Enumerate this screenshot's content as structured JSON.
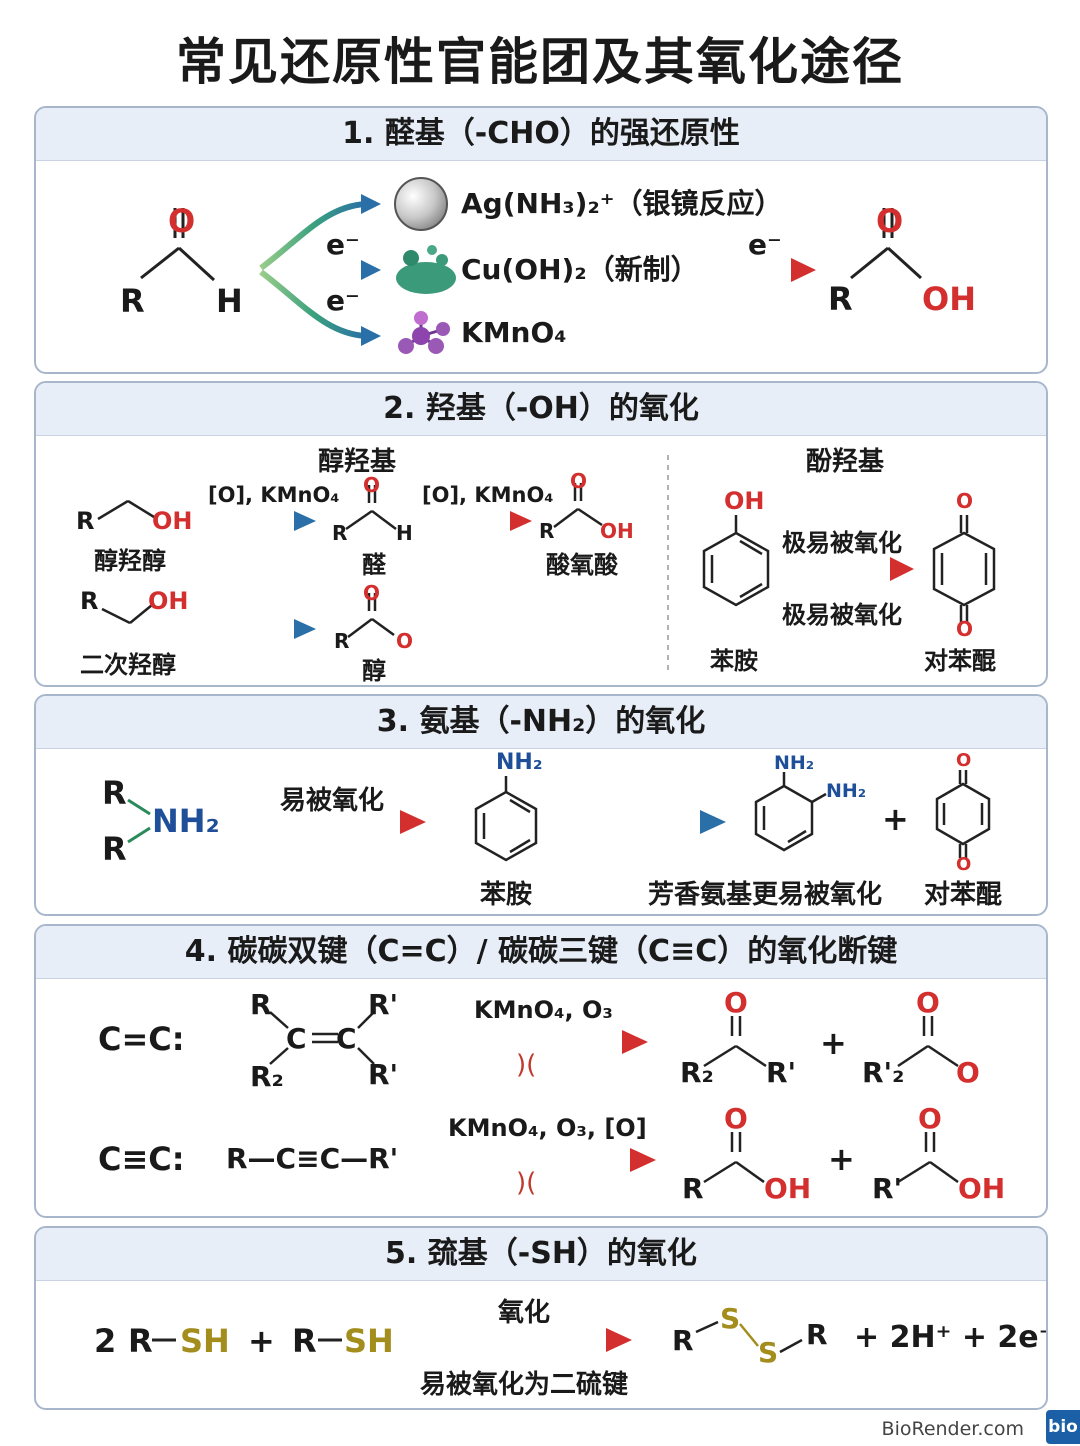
{
  "title": "常见还原性官能团及其氧化途径",
  "footer": {
    "brand": "BioRender.com",
    "logo": "bio"
  },
  "colors": {
    "panel_border": "#a8b6cc",
    "panel_header": "#e8eef8",
    "oxygen_red": "#d32f2f",
    "nitrogen_blue": "#1f4f99",
    "sulfur_gold": "#a38d1c",
    "arrow_teal": "#2a7a8c",
    "arrow_red": "#d32f2f"
  },
  "s1": {
    "title": "1. 醛基（-CHO）的强还原性",
    "atoms": {
      "R": "R",
      "O": "O",
      "H": "H",
      "OH": "OH"
    },
    "electron": "e⁻",
    "reagents": [
      "Ag(NH₃)₂⁺（银镜反应）",
      "Cu(OH)₂（新制）",
      "KMnO₄"
    ],
    "icons": [
      "silver-mirror-icon",
      "copper-hydroxide-precipitate-icon",
      "permanganate-molecule-icon"
    ]
  },
  "s2": {
    "title": "2. 羟基（-OH）的氧化",
    "alcohol_heading": "醇羟基",
    "phenol_heading": "酚羟基",
    "condition": "[O], KMnO₄",
    "primary_label": "醇羟醇",
    "aldehyde_label": "醛",
    "acid_label": "酸氧酸",
    "secondary_label": "二次羟醇",
    "ketone_label": "醇",
    "phenol_label": "苯胺",
    "phenol_condition": "极易被氧化",
    "quinone_label": "对苯醌",
    "atoms": {
      "R": "R",
      "OH": "OH",
      "O": "O",
      "H": "H"
    }
  },
  "s3": {
    "title": "3. 氨基（-NH₂）的氧化",
    "condition": "易被氧化",
    "amine": {
      "R": "R",
      "NH2": "NH₂"
    },
    "aniline_label": "苯胺",
    "product_label": "芳香氨基更易被氧化",
    "quinone_label": "对苯醌",
    "plus": "+",
    "O": "O"
  },
  "s4": {
    "title": "4. 碳碳双键（C=C）/ 碳碳三键（C≡C）的氧化断键",
    "alkene_label": "C=C:",
    "alkyne_label": "C≡C:",
    "alkene_condition": "KMnO₄, O₃",
    "alkyne_condition": "KMnO₄, O₃, [O]",
    "cleave_symbol": ")(",
    "alkyne_structure": "R—C≡C—R'",
    "plus": "+",
    "atoms": {
      "R": "R",
      "R2": "R₂",
      "Rp": "R'",
      "Rp2": "R'₂",
      "C": "C",
      "O": "O",
      "OH": "OH"
    }
  },
  "s5": {
    "title": "5. 巯基（-SH）的氧化",
    "coef": "2",
    "R": "R",
    "SH": "SH",
    "S": "S",
    "plus": "+",
    "condition_top": "氧化",
    "condition_bottom": "易被氧化为二硫键",
    "byproducts": "+ 2H⁺ + 2e⁻"
  }
}
